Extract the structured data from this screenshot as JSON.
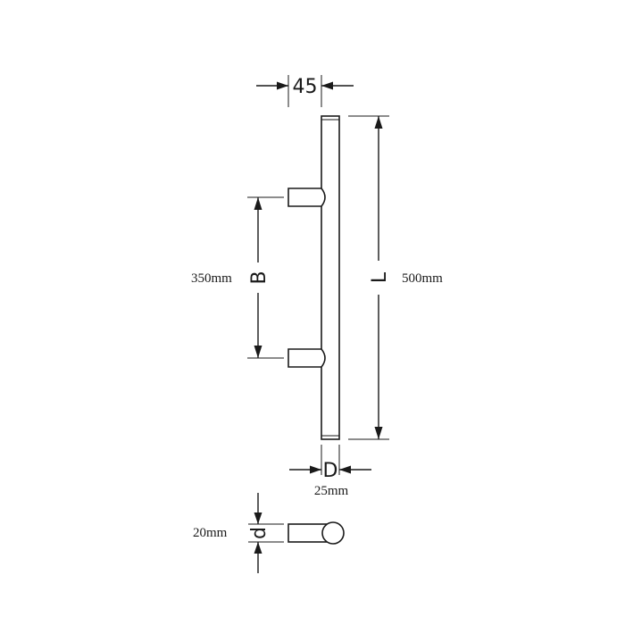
{
  "diagram": {
    "top_width": {
      "label": "45"
    },
    "bar_length": {
      "letter": "L",
      "value": "500mm"
    },
    "leg_spacing": {
      "letter": "B",
      "value": "350mm"
    },
    "bar_diameter": {
      "letter": "D",
      "value": "25mm"
    },
    "leg_diameter": {
      "letter": "d",
      "value": "20mm"
    },
    "colors": {
      "line": "#1a1a1a",
      "background": "#ffffff"
    }
  }
}
